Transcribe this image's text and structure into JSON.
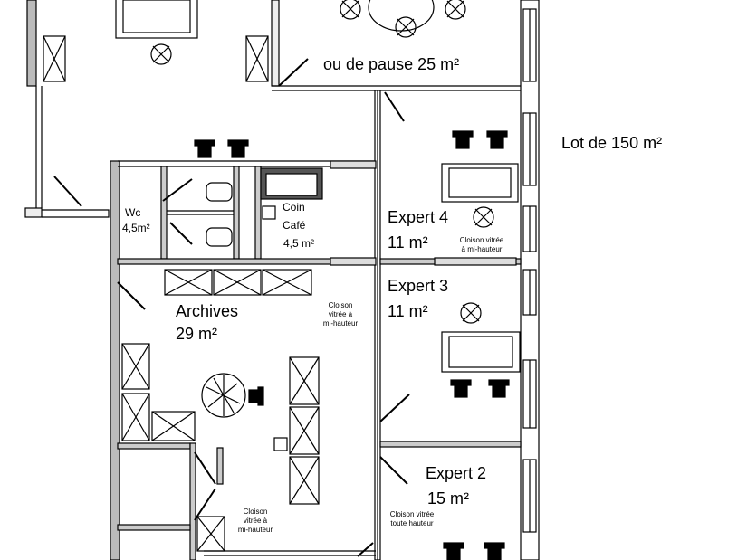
{
  "rooms": {
    "pause": {
      "area": "ou de pause 25 m²"
    },
    "wc": {
      "name": "Wc",
      "area": "4,5m²"
    },
    "coin_cafe": {
      "line1": "Coin",
      "line2": "Café",
      "area": "4,5 m²"
    },
    "archives": {
      "name": "Archives",
      "area": "29 m²"
    },
    "expert4": {
      "name": "Expert 4",
      "area": "11 m²"
    },
    "expert3": {
      "name": "Expert 3",
      "area": "11 m²"
    },
    "expert2": {
      "name": "Expert 2",
      "area": "15 m²"
    }
  },
  "lot": "Lot de 150 m²",
  "notes": {
    "cloison_label": "Cloison vitrée",
    "a_mi_hauteur": "à mi-hauteur",
    "cloison": "Cloison",
    "vitree_a": "vitrée à",
    "mi_hauteur": "mi-hauteur",
    "toute_hauteur": "toute hauteur"
  },
  "colors": {
    "wall": "#9a9a9a",
    "line": "#000000",
    "background": "#ffffff"
  }
}
